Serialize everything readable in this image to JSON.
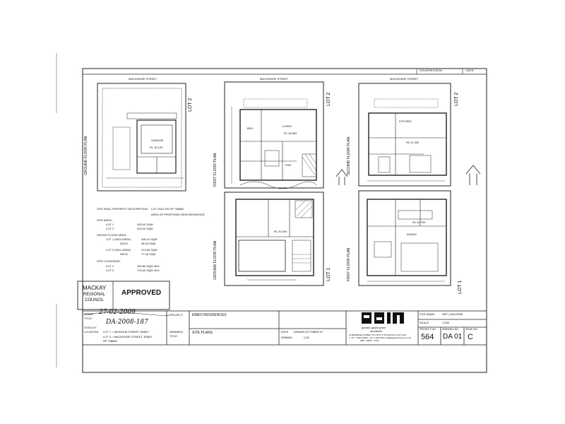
{
  "revision_header": {
    "issue_revision": "ISSUE/REVISION",
    "date": "DATE:"
  },
  "streets": {
    "top_left": "MACKENZIE STREET",
    "top_mid": "MACKENZIE STREET",
    "top_right": "MACKENZIE STREET"
  },
  "lots": {
    "lot2_a": "LOT 2",
    "lot2_b": "LOT 2",
    "lot2_c": "LOT 2",
    "lot1_a": "LOT 1",
    "lot1_b": "LOT 1"
  },
  "plans": {
    "ground_lot2": "GROUND FLOOR PLAN",
    "first_lot2": "FIRST FLOOR PLAN",
    "second_lot2": "SECOND FLOOR PLAN",
    "ground_lot1": "GROUND FLOOR PLAN",
    "first_lot1": "FIRST FLOOR PLAN"
  },
  "rooms": {
    "garage": "GARAGE",
    "living": "LIVING",
    "bed": "BED",
    "ensuite": "ENS",
    "kitchen": "KITCHEN",
    "dining": "DINING"
  },
  "levels": {
    "rl_ground_lot2": "RL 16.100",
    "rl_first_lot2": "RL 18.800",
    "rl_second_lot2": "RL 21.900",
    "rl_ground_lot1": "RL 20.000",
    "rl_first_lot1": "RL 22.700"
  },
  "site": {
    "description_label": "SITE REAL PROPERTY DESCRIPTION:",
    "description_value": "LOT 14&1 ON SP 748882",
    "area_note": "AREA OF PROPOSED NEW RESIDENCE",
    "site_area_label": "SITE AREA:",
    "lot1_label": "LOT 1",
    "lot1_area": "405.00 SQM",
    "lot2_label": "LOT 2",
    "lot2_area": "405.00 SQM",
    "gross_floor_label": "GROSS FLOOR AREA:",
    "gfa_lot1": "LOT 1  (INCLUDED)",
    "gfa_lot1_val": "306.10 SQM",
    "gfa_lot1_deck": "DECK",
    "gfa_lot1_deck_val": "48.40 SQM",
    "gfa_lot2": "LOT 2  (INCLUDED)",
    "gfa_lot2_val": "313.60 SQM",
    "gfa_lot2_deck": "DECK",
    "gfa_lot2_deck_val": "77.40 SQM",
    "coverage_label": "SITE COVERAGE:",
    "cov_lot1": "LOT 1",
    "cov_lot1_val": "164.80 SQM  46%",
    "cov_lot2": "LOT 2",
    "cov_lot2_val": "176.40 SQM  44%"
  },
  "stamp": {
    "council_1": "MACKAY",
    "council_2": "REGIONAL",
    "council_3": "COUNCIL",
    "approved": "APPROVED"
  },
  "handwritten": {
    "date": "27-02-2009",
    "ref": "DA-2008-187"
  },
  "title_block": {
    "stamp_label": "STAMP",
    "stamp_sub": "TITLE:",
    "site_label": "SITE/LOT",
    "location_label": "LOCATION:",
    "lot1_address": "LOT 1 = MOWLEM STREET, EMEO",
    "lot2_address": "LOT 2 = MACKENZIE STREET, EMEO",
    "rp": "RP 748882",
    "project_label": "PROJECT:",
    "project_value": "EMEO RESIDENCES",
    "drawing_label": "DRAWING",
    "drawing_title_label": "TITLE:",
    "drawing_value": "SITE PLANS",
    "date_label": "DATE",
    "date_value": "DRAWN OCTOBER 07",
    "drawn_label": "DRAWN:",
    "drawn_value": "CJD",
    "firm_name": "gordon gould ipsen",
    "firm_sub": "architects",
    "firm_addr_1": "24 BRISBANE STREET  P.O. BOX 1734  MACKAY QLD 4740",
    "firm_addr_2": "T +61 7 4944 0000  F +61 7 4944 0011  mail@ggiarchitects.com.au",
    "firm_addr_3": "ABN  · QBSA  · RAIA",
    "file_name_label": "FILE NAME:",
    "file_name_value": "DEF_DA01SSIE",
    "scale_label": "SCALE:",
    "scale_value": "1:300",
    "project_no_label": "PROJECT NO:",
    "project_no_value": "564",
    "drawing_no_label": "DRAWING NO:",
    "drawing_no_value": "DA 01",
    "issue_no_label": "ISSUE NO:",
    "issue_no_value": "C"
  }
}
